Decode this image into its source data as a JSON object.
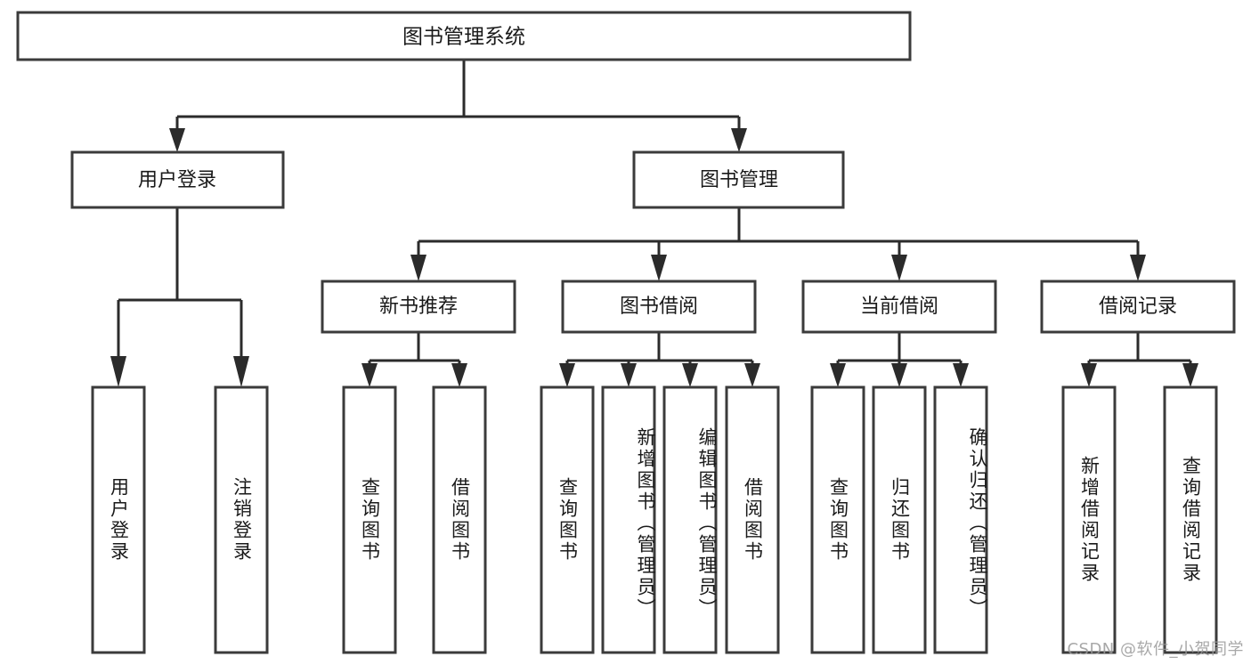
{
  "diagram": {
    "type": "tree-hierarchy",
    "title": "图书管理系统",
    "root": {
      "id": "root",
      "label": "图书管理系统"
    },
    "level1": [
      {
        "id": "user-login",
        "label": "用户登录"
      },
      {
        "id": "book-manage",
        "label": "图书管理"
      }
    ],
    "level2": [
      {
        "id": "new-book-rec",
        "label": "新书推荐",
        "parent": "book-manage"
      },
      {
        "id": "book-borrow",
        "label": "图书借阅",
        "parent": "book-manage"
      },
      {
        "id": "current-borrow",
        "label": "当前借阅",
        "parent": "book-manage"
      },
      {
        "id": "borrow-record",
        "label": "借阅记录",
        "parent": "book-manage"
      }
    ],
    "leaves": [
      {
        "id": "leaf-user-login",
        "label": "用户登录",
        "parent": "user-login"
      },
      {
        "id": "leaf-user-logout",
        "label": "注销登录",
        "parent": "user-login"
      },
      {
        "id": "leaf-query-book-1",
        "label": "查询图书",
        "parent": "new-book-rec"
      },
      {
        "id": "leaf-borrow-book-1",
        "label": "借阅图书",
        "parent": "new-book-rec"
      },
      {
        "id": "leaf-query-book-2",
        "label": "查询图书",
        "parent": "book-borrow"
      },
      {
        "id": "leaf-add-book",
        "label": "新增图书（管理员）",
        "parent": "book-borrow"
      },
      {
        "id": "leaf-edit-book",
        "label": "编辑图书（管理员）",
        "parent": "book-borrow"
      },
      {
        "id": "leaf-borrow-book-2",
        "label": "借阅图书",
        "parent": "book-borrow"
      },
      {
        "id": "leaf-query-book-3",
        "label": "查询图书",
        "parent": "current-borrow"
      },
      {
        "id": "leaf-return-book",
        "label": "归还图书",
        "parent": "current-borrow"
      },
      {
        "id": "leaf-confirm-return",
        "label": "确认归还（管理员）",
        "parent": "current-borrow"
      },
      {
        "id": "leaf-add-record",
        "label": "新增借阅记录",
        "parent": "borrow-record"
      },
      {
        "id": "leaf-query-record",
        "label": "查询借阅记录",
        "parent": "borrow-record"
      }
    ]
  },
  "watermark": {
    "text": "CSDN @软件_小贺同学"
  },
  "colors": {
    "stroke": "#3b3b3b",
    "connector": "#2b2b2b",
    "box_fill": "#ffffff",
    "text": "#1a1a1a",
    "watermark": "#9a9a9a",
    "background": "#ffffff"
  }
}
